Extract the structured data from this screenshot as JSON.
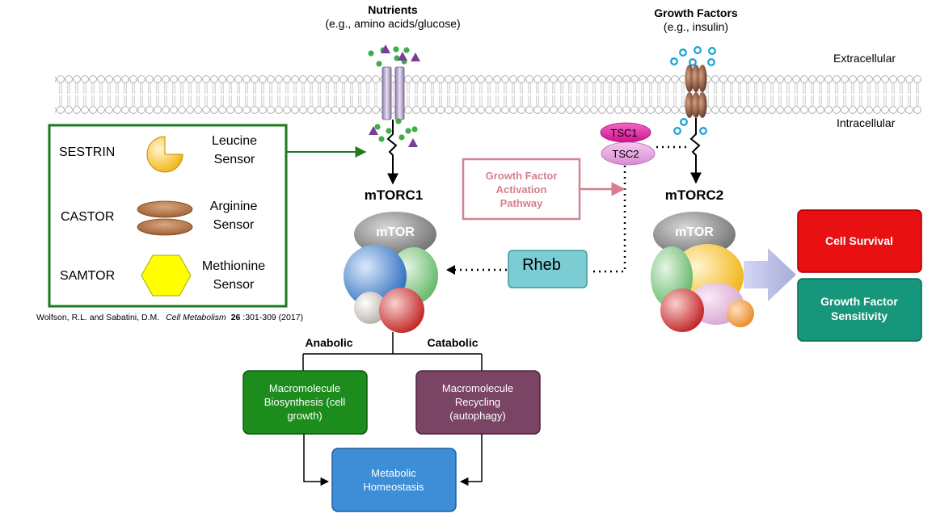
{
  "labels": {
    "nutrients_title": "Nutrients",
    "nutrients_sub": "(e.g., amino acids/glucose)",
    "growth_factors_title": "Growth Factors",
    "growth_factors_sub": "(e.g., insulin)",
    "extracellular": "Extracellular",
    "intracellular": "Intracellular",
    "mtorc1": "mTORC1",
    "mtorc2": "mTORC2",
    "mtor": "mTOR",
    "tsc1": "TSC1",
    "tsc2": "TSC2",
    "rheb": "Rheb",
    "anabolic": "Anabolic",
    "catabolic": "Catabolic"
  },
  "gf_pathway": [
    "Growth Factor",
    "Activation",
    "Pathway"
  ],
  "sensors": [
    {
      "name": "SESTRIN",
      "line1": "Leucine",
      "line2": "Sensor"
    },
    {
      "name": "CASTOR",
      "line1": "Arginine",
      "line2": "Sensor"
    },
    {
      "name": "SAMTOR",
      "line1": "Methionine",
      "line2": "Sensor"
    }
  ],
  "citation": {
    "authors": "Wolfson, R.L. and Sabatini, D.M.",
    "journal": "Cell Metabolism",
    "volume": "26",
    "pages": ":301-309 (2017)"
  },
  "outputs": {
    "cell_survival": "Cell Survival",
    "gf_sensitivity": [
      "Growth Factor",
      "Sensitivity"
    ]
  },
  "boxes": {
    "biosynthesis": [
      "Macromolecule",
      "Biosynthesis (cell",
      "growth)"
    ],
    "recycling": [
      "Macromolecule",
      "Recycling",
      "(autophagy)"
    ],
    "homeostasis": [
      "Metabolic",
      "Homeostasis"
    ]
  },
  "colors": {
    "sensor_box_border": "#1e7a1e",
    "biosynthesis": "#1c8c1c",
    "recycling": "#7a4464",
    "homeostasis": "#3d8ed6",
    "cell_survival": "#e81010",
    "gf_sensitivity": "#16967a",
    "rheb": "#7ccdd3",
    "gf_pathway_text": "#d4808e",
    "tsc1": "#e0209e",
    "tsc2": "#e59be0"
  }
}
